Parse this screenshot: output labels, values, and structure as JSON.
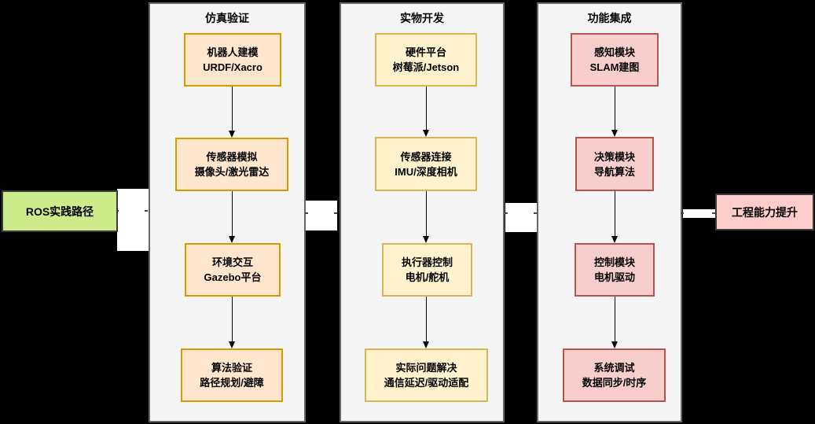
{
  "diagram": {
    "left_node": {
      "label": "ROS实践路径"
    },
    "right_node": {
      "label": "工程能力提升"
    },
    "columns": [
      {
        "title": "仿真验证",
        "boxes": [
          {
            "line1": "机器人建模",
            "line2": "URDF/Xacro"
          },
          {
            "line1": "传感器模拟",
            "line2": "摄像头/激光雷达"
          },
          {
            "line1": "环境交互",
            "line2": "Gazebo平台"
          },
          {
            "line1": "算法验证",
            "line2": "路径规划/避障"
          }
        ]
      },
      {
        "title": "实物开发",
        "boxes": [
          {
            "line1": "硬件平台",
            "line2": "树莓派/Jetson"
          },
          {
            "line1": "传感器连接",
            "line2": "IMU/深度相机"
          },
          {
            "line1": "执行器控制",
            "line2": "电机/舵机"
          },
          {
            "line1": "实际问题解决",
            "line2": "通信延迟/驱动适配"
          }
        ]
      },
      {
        "title": "功能集成",
        "boxes": [
          {
            "line1": "感知模块",
            "line2": "SLAM建图"
          },
          {
            "line1": "决策模块",
            "line2": "导航算法"
          },
          {
            "line1": "控制模块",
            "line2": "电机驱动"
          },
          {
            "line1": "系统调试",
            "line2": "数据同步/时序"
          }
        ]
      }
    ],
    "colors": {
      "background": "#000000",
      "lane_fill": "#F5F5F5",
      "lane_border": "#666666",
      "simulation_box_fill": "#FFE6CC",
      "simulation_box_border": "#D79B00",
      "hardware_box_fill": "#FFF2CC",
      "hardware_box_border": "#D6B656",
      "integration_box_fill": "#F8CECC",
      "integration_box_border": "#B85450",
      "left_node_fill": "#CDEB8B",
      "right_node_fill": "#FFCCCC",
      "node_border": "#3A3A3A",
      "arrow": "#000000",
      "connector_fill": "#FFFFFF"
    }
  }
}
